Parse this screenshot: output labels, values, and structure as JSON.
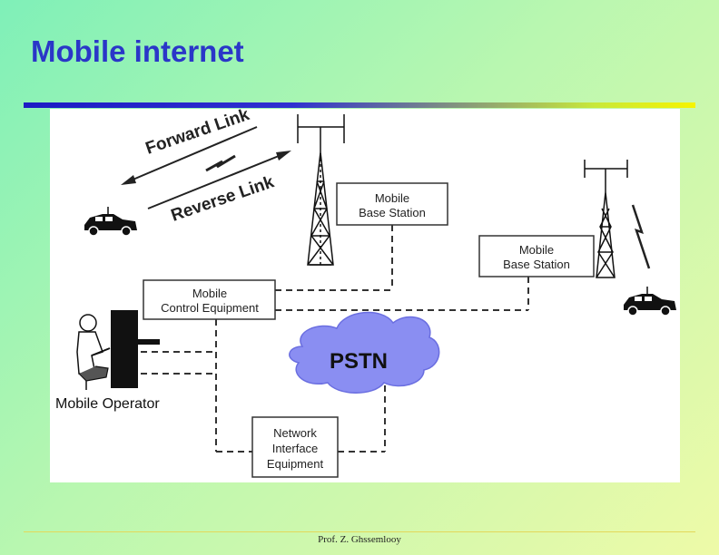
{
  "slide": {
    "title": "Mobile internet",
    "footer": "Prof. Z. Ghssemlooy"
  },
  "diagram": {
    "forward_link_label": "Forward Link",
    "reverse_link_label": "Reverse Link",
    "base_station_1": [
      "Mobile",
      "Base Station"
    ],
    "base_station_2": [
      "Mobile",
      "Base Station"
    ],
    "mobile_control": [
      "Mobile",
      "Control Equipment"
    ],
    "pstn_label": "PSTN",
    "mobile_operator_label": "Mobile Operator",
    "network_interface": [
      "Network",
      "Interface",
      "Equipment"
    ]
  },
  "colors": {
    "title": "#2a36c8",
    "background_start": "#7ff0b8",
    "background_end": "#eefaa8",
    "pstn_cloud": "#8a8ef2"
  }
}
